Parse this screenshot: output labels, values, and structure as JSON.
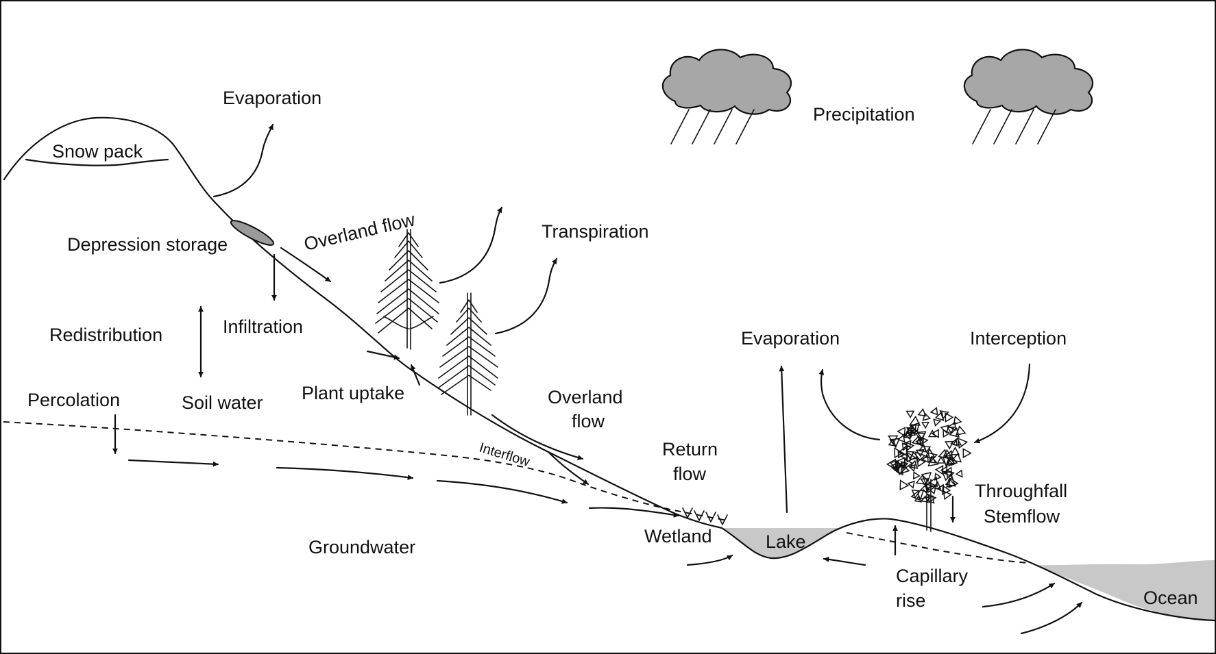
{
  "labels": {
    "snow_pack": "Snow pack",
    "evaporation_top": "Evaporation",
    "precipitation": "Precipitation",
    "depression_storage": "Depression storage",
    "overland_flow_top": "Overland flow",
    "transpiration": "Transpiration",
    "redistribution": "Redistribution",
    "infiltration": "Infiltration",
    "soil_water": "Soil water",
    "percolation": "Percolation",
    "plant_uptake": "Plant uptake",
    "overland_flow_mid_1": "Overland",
    "overland_flow_mid_2": "flow",
    "interflow": "Interflow",
    "return_flow_1": "Return",
    "return_flow_2": "flow",
    "evaporation_lake": "Evaporation",
    "interception": "Interception",
    "throughfall": "Throughfall",
    "stemflow": "Stemflow",
    "wetland": "Wetland",
    "lake": "Lake",
    "capillary_rise_1": "Capillary",
    "capillary_rise_2": "rise",
    "groundwater": "Groundwater",
    "ocean": "Ocean"
  },
  "colors": {
    "ink": "#111111",
    "water": "#c8c8c8",
    "cloud": "#a7a7a7",
    "background": "#ffffff"
  }
}
